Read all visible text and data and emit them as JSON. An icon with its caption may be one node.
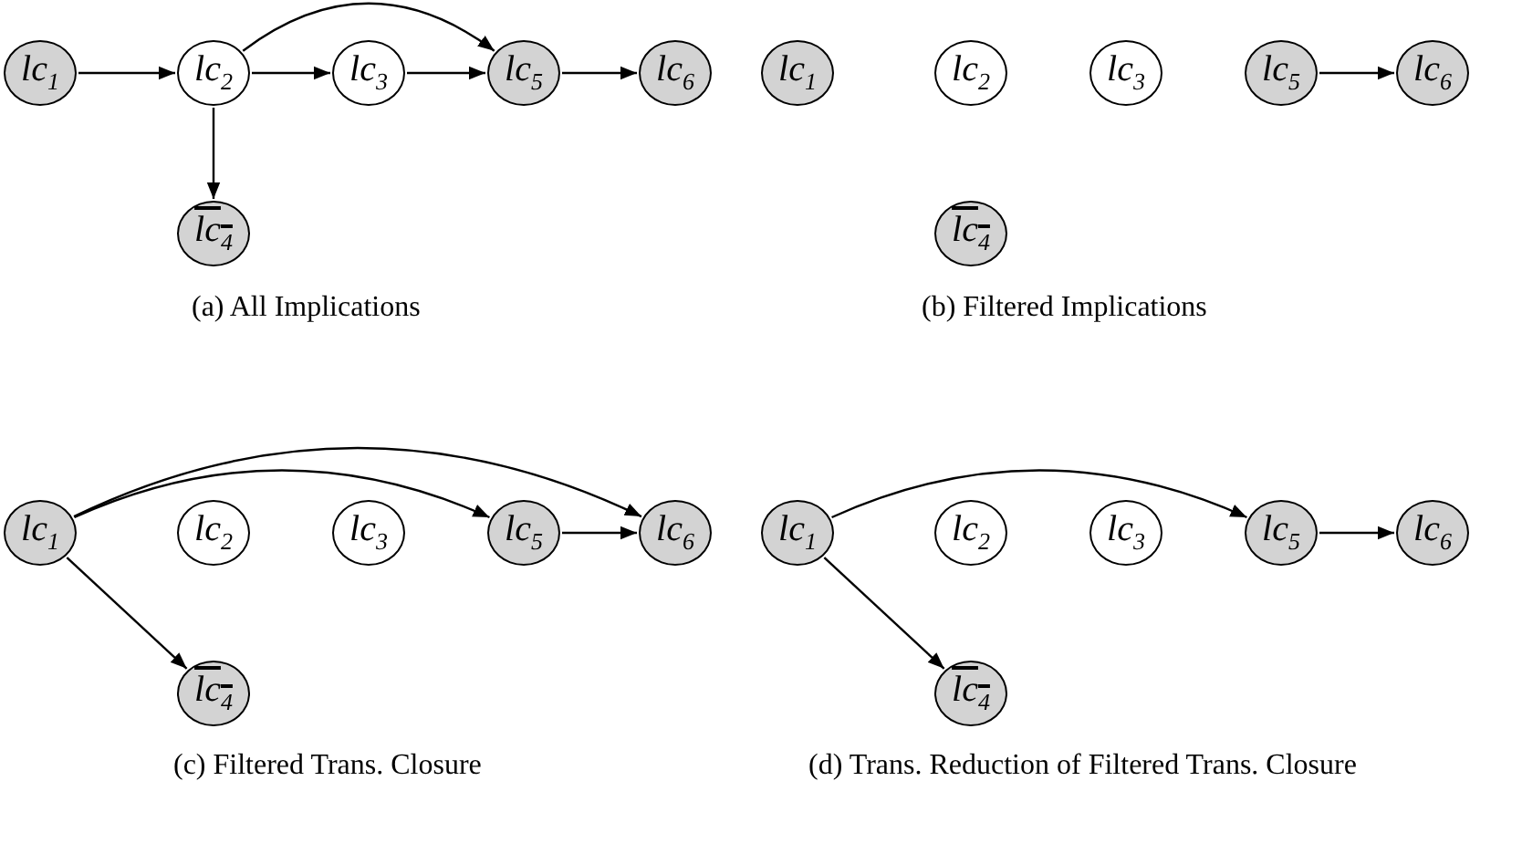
{
  "diagram": {
    "nodes": [
      {
        "text": [
          "lc$_{1}$"
        ]
      },
      {
        "text": [
          "lc$_{2}$"
        ]
      },
      {
        "text": [
          "lc$_{3}$"
        ]
      },
      {
        "text": [
          "lc$_{5}$"
        ]
      },
      {
        "text": [
          "lc$_{6}$"
        ]
      },
      {
        "text": [
          "lc$_{4}$"
        ]
      },
      {
        "text": [
          "lc$_{1}$"
        ]
      },
      {
        "text": [
          "lc$_{2}$"
        ]
      },
      {
        "text": [
          "lc$_{3}$"
        ]
      },
      {
        "text": [
          "lc$_{5}$"
        ]
      },
      {
        "text": [
          "lc$_{6}$"
        ]
      },
      {
        "text": [
          "lc$_{4}$"
        ]
      },
      {
        "text": [
          "lc$_{1}$"
        ]
      },
      {
        "text": [
          "lc$_{2}$"
        ]
      },
      {
        "text": [
          "lc$_{3}$"
        ]
      },
      {
        "text": [
          "lc$_{5}$"
        ]
      },
      {
        "text": [
          "lc$_{6}$"
        ]
      },
      {
        "text": [
          "lc$_{4}$"
        ]
      },
      {
        "text": [
          "lc$_{1}$"
        ]
      },
      {
        "text": [
          "lc$_{2}$"
        ]
      },
      {
        "text": [
          "lc$_{3}$"
        ]
      },
      {
        "text": [
          "lc$_{5}$"
        ]
      },
      {
        "text": [
          "lc$_{6}$"
        ]
      },
      {
        "text": [
          "lc$_{4}$"
        ]
      }
    ],
    "edges": [
      {
        "from": 0,
        "to": 1,
        "arrow": "to"
      },
      {
        "from": 1,
        "to": 2,
        "arrow": "to"
      },
      {
        "from": 1,
        "to": 3,
        "arrow": "to"
      },
      {
        "from": 2,
        "to": 3,
        "arrow": "to"
      },
      {
        "from": 3,
        "to": 4,
        "arrow": "to"
      },
      {
        "from": 1,
        "to": 5,
        "arrow": "to"
      },
      {
        "from": 9,
        "to": 10,
        "arrow": "to"
      },
      {
        "from": 12,
        "to": 16,
        "arrow": "to"
      },
      {
        "from": 12,
        "to": 15,
        "arrow": "to"
      },
      {
        "from": 15,
        "to": 16,
        "arrow": "to"
      },
      {
        "from": 12,
        "to": 17,
        "arrow": "to"
      },
      {
        "from": 18,
        "to": 21,
        "arrow": "to"
      },
      {
        "from": 21,
        "to": 22,
        "arrow": "to"
      },
      {
        "from": 18,
        "to": 23,
        "arrow": "to"
      }
    ],
    "labels": [
      "(a) All Implications",
      "(b) Filtered Implications",
      "(c) Filtered Trans. Closure",
      "(d) Trans. Reduction of Filtered Trans. Closure"
    ]
  }
}
